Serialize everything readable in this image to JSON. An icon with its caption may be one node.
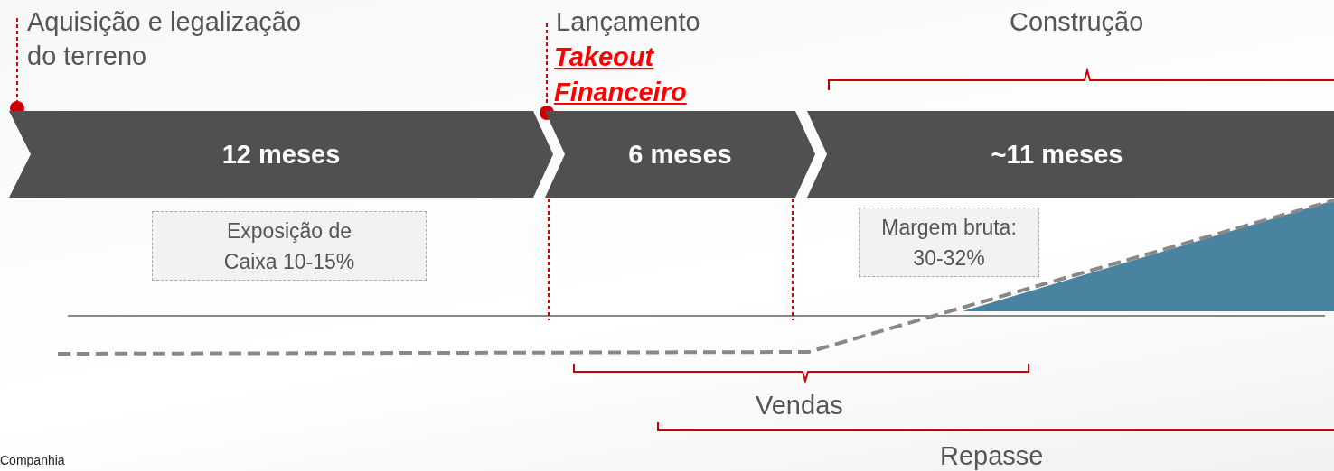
{
  "diagram": {
    "nodes": [
      {
        "text": [
          "12 meses"
        ]
      },
      {
        "text": [
          "6 meses"
        ]
      },
      {
        "text": [
          "~11 meses"
        ]
      },
      {
        "text": [
          "Exposição de Caixa 10-15%"
        ]
      },
      {
        "text": [
          "Margem bruta: 30-32%"
        ]
      }
    ],
    "labels": [
      "Aquisição e legalização do terreno",
      "Lançamento",
      "Takeout Financeiro",
      "Construção",
      "Vendas",
      "Repasse",
      "Companhia"
    ]
  }
}
